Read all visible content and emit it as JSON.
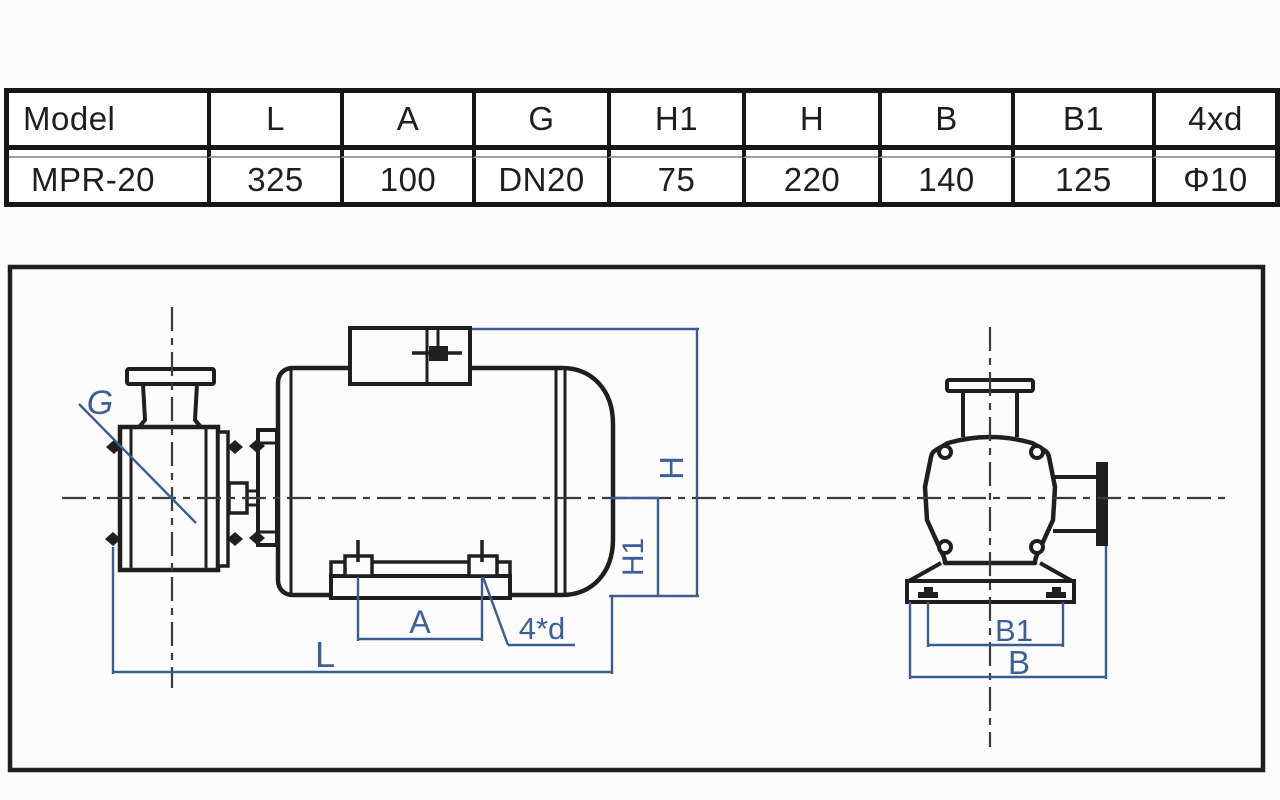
{
  "table": {
    "headers": [
      "Model",
      "L",
      "A",
      "G",
      "H1",
      "H",
      "B",
      "B1",
      "4xd"
    ],
    "row": [
      "MPR-20",
      "325",
      "100",
      "DN20",
      "75",
      "220",
      "140",
      "125",
      "Φ10"
    ]
  },
  "drawing": {
    "dimension_labels": {
      "g": "G",
      "h": "H",
      "h1": "H1",
      "a": "A",
      "four_d": "4*d",
      "l": "L",
      "b1": "B1",
      "b": "B"
    },
    "colors": {
      "dimension_blue": "#3b5c92",
      "line_black": "#1f1f1f"
    }
  }
}
